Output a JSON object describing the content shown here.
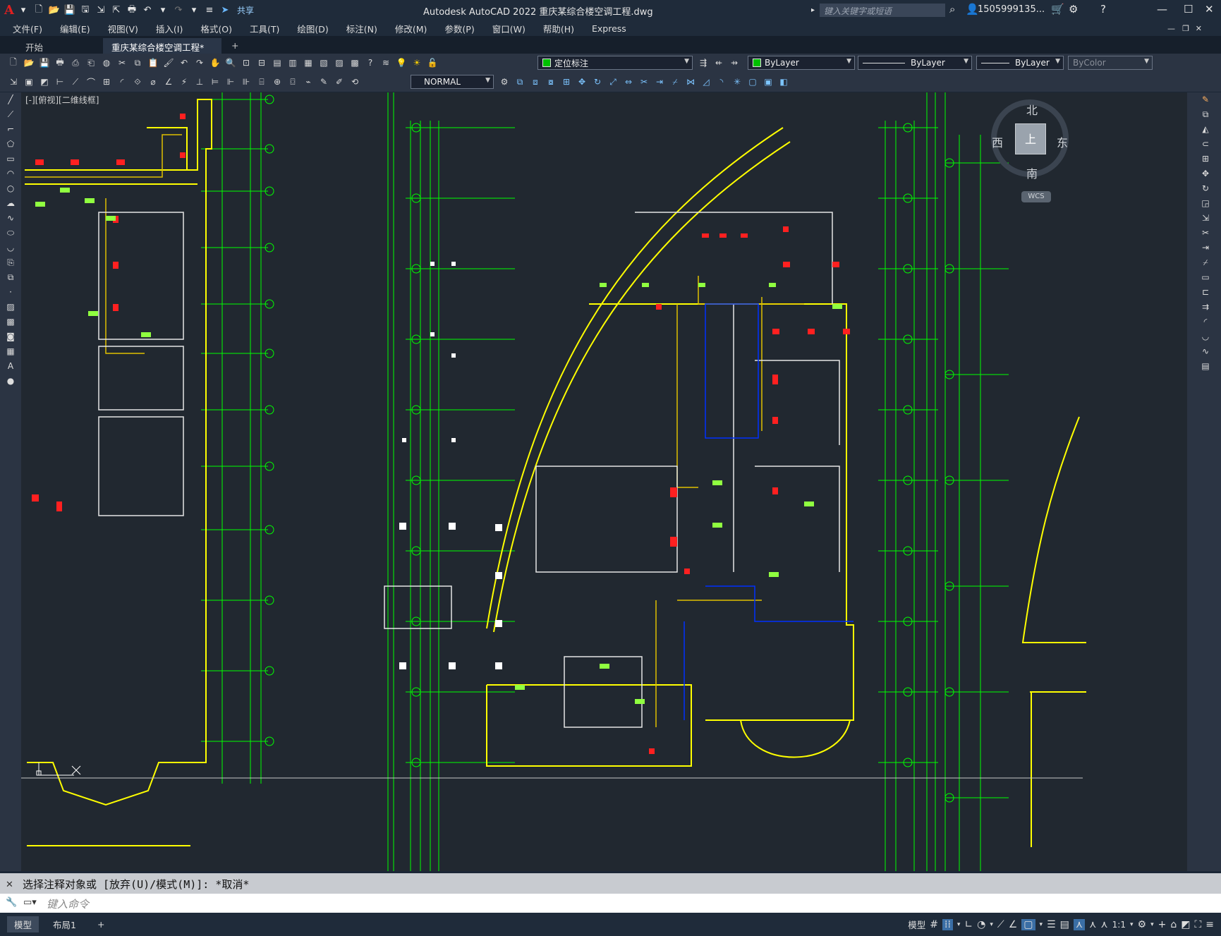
{
  "app": {
    "title": "Autodesk AutoCAD 2022    重庆某综合楼空调工程.dwg",
    "logo": "A",
    "share": "共享"
  },
  "search": {
    "placeholder": "键入关键字或短语"
  },
  "user": {
    "name": "1505999135..."
  },
  "menu": [
    "文件(F)",
    "编辑(E)",
    "视图(V)",
    "插入(I)",
    "格式(O)",
    "工具(T)",
    "绘图(D)",
    "标注(N)",
    "修改(M)",
    "参数(P)",
    "窗口(W)",
    "帮助(H)",
    "Express"
  ],
  "tabs": {
    "start": "开始",
    "doc": "重庆某综合楼空调工程*",
    "close": "×",
    "add": "+"
  },
  "toolbar": {
    "layer": "定位标注",
    "color": "ByLayer",
    "linetype": "ByLayer",
    "lineweight": "ByLayer",
    "plotstyle": "ByColor",
    "dimstyle": "NORMAL"
  },
  "viewport": {
    "label": "[-][俯视][二维线框]"
  },
  "viewcube": {
    "north": "北",
    "south": "南",
    "east": "东",
    "west": "西",
    "top": "上",
    "wcs": "WCS"
  },
  "command": {
    "history": "选择注释对象或 [放弃(U)/模式(M)]: *取消*",
    "placeholder": "键入命令"
  },
  "status": {
    "model_tab": "模型",
    "layout_tab": "布局1",
    "model": "模型",
    "scale": "1:1"
  },
  "colors": {
    "wall": "#ffff00",
    "grid": "#00ff00",
    "equip": "#ff0000",
    "blue": "#0030ff",
    "bg": "#212830"
  }
}
